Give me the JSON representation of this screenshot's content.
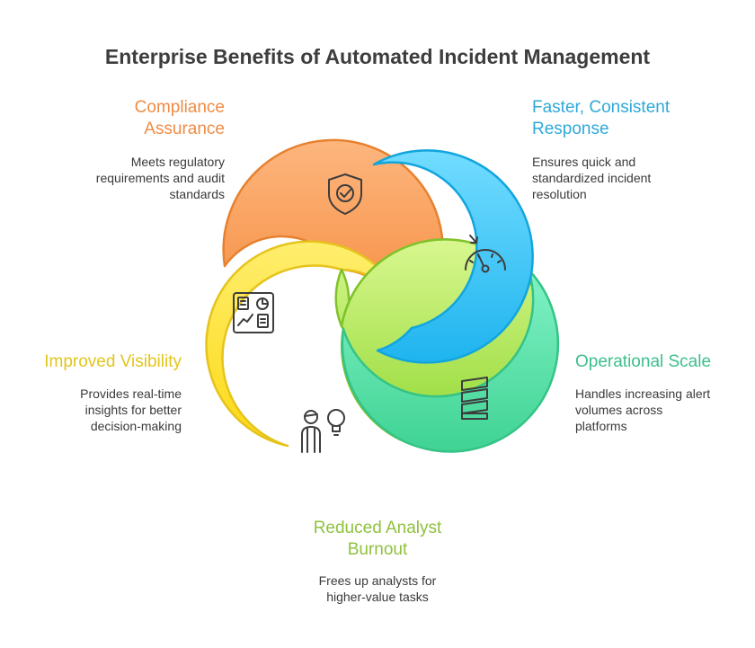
{
  "title": "Enterprise Benefits of Automated Incident Management",
  "benefits": [
    {
      "heading_lines": [
        "Compliance",
        "Assurance"
      ],
      "desc_lines": [
        "Meets regulatory",
        "requirements and audit",
        "standards"
      ],
      "color": "#ee8c46",
      "icon": "shield-check-icon"
    },
    {
      "heading_lines": [
        "Faster, Consistent",
        "Response"
      ],
      "desc_lines": [
        "Ensures quick and",
        "standardized incident",
        "resolution"
      ],
      "color": "#2fa9d8",
      "icon": "speedometer-icon"
    },
    {
      "heading_lines": [
        "Operational Scale"
      ],
      "desc_lines": [
        "Handles increasing alert",
        "volumes across",
        "platforms"
      ],
      "color": "#3dbf8c",
      "icon": "layers-stack-icon"
    },
    {
      "heading_lines": [
        "Reduced Analyst",
        "Burnout"
      ],
      "desc_lines": [
        "Frees up analysts for",
        "higher-value tasks"
      ],
      "color": "#8fc13e",
      "icon": "person-lightbulb-icon"
    },
    {
      "heading_lines": [
        "Improved Visibility"
      ],
      "desc_lines": [
        "Provides real-time",
        "insights for better",
        "decision-making"
      ],
      "color": "#e3c51e",
      "icon": "dashboard-icon"
    }
  ]
}
